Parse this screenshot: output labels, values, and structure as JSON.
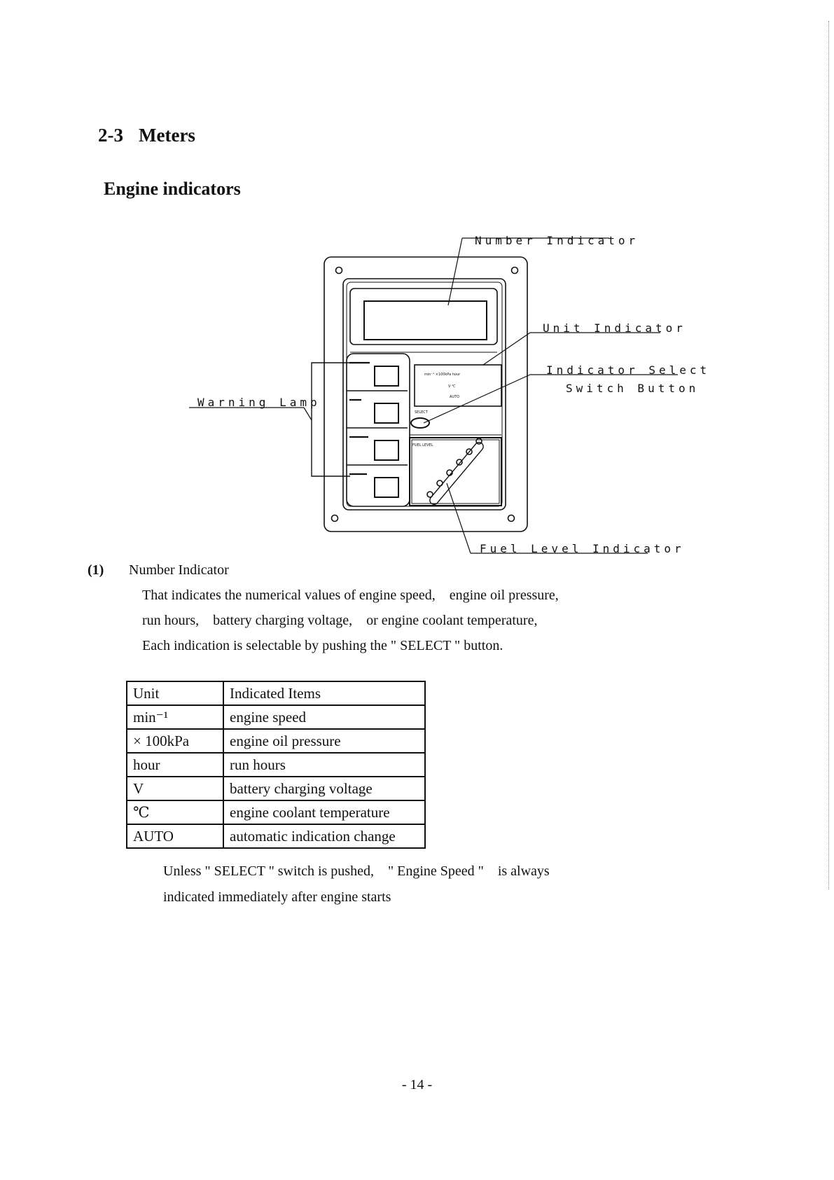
{
  "section": {
    "number": "2-3",
    "title": "Meters"
  },
  "subsection": {
    "title": "Engine indicators"
  },
  "diagram": {
    "callouts": {
      "number_indicator": "Number Indicator",
      "unit_indicator": "Unit Indicator",
      "indicator_select_1": "Indicator Select",
      "indicator_select_2": "Switch Button",
      "warning_lamp": "Warning Lamp",
      "fuel_level_indicator": "Fuel Level Indicator"
    },
    "panel_labels": {
      "unit_row1": "min⁻¹ ×100kPa hour",
      "unit_row2": "V ℃",
      "unit_row3": "AUTO",
      "select": "SELECT",
      "fuel_level": "FUEL LEVEL"
    }
  },
  "item_1": {
    "marker": "(1)",
    "heading": "Number Indicator",
    "lines": [
      "That indicates the numerical values of engine speed, engine oil pressure,",
      "run hours, battery charging voltage, or engine coolant temperature,",
      "Each indication is selectable by pushing the \" SELECT \" button."
    ]
  },
  "unit_table": {
    "headers": [
      "Unit",
      "Indicated Items"
    ],
    "rows": [
      [
        "min⁻¹",
        "engine speed"
      ],
      [
        "× 100kPa",
        "engine oil pressure"
      ],
      [
        "hour",
        "run hours"
      ],
      [
        "V",
        "battery charging voltage"
      ],
      [
        "℃",
        "engine coolant temperature"
      ],
      [
        "AUTO",
        "automatic indication change"
      ]
    ]
  },
  "note": {
    "lines": [
      "Unless \" SELECT \" switch is pushed, \" Engine Speed \" is always",
      "indicated immediately after engine starts"
    ]
  },
  "page_number": "- 14 -"
}
